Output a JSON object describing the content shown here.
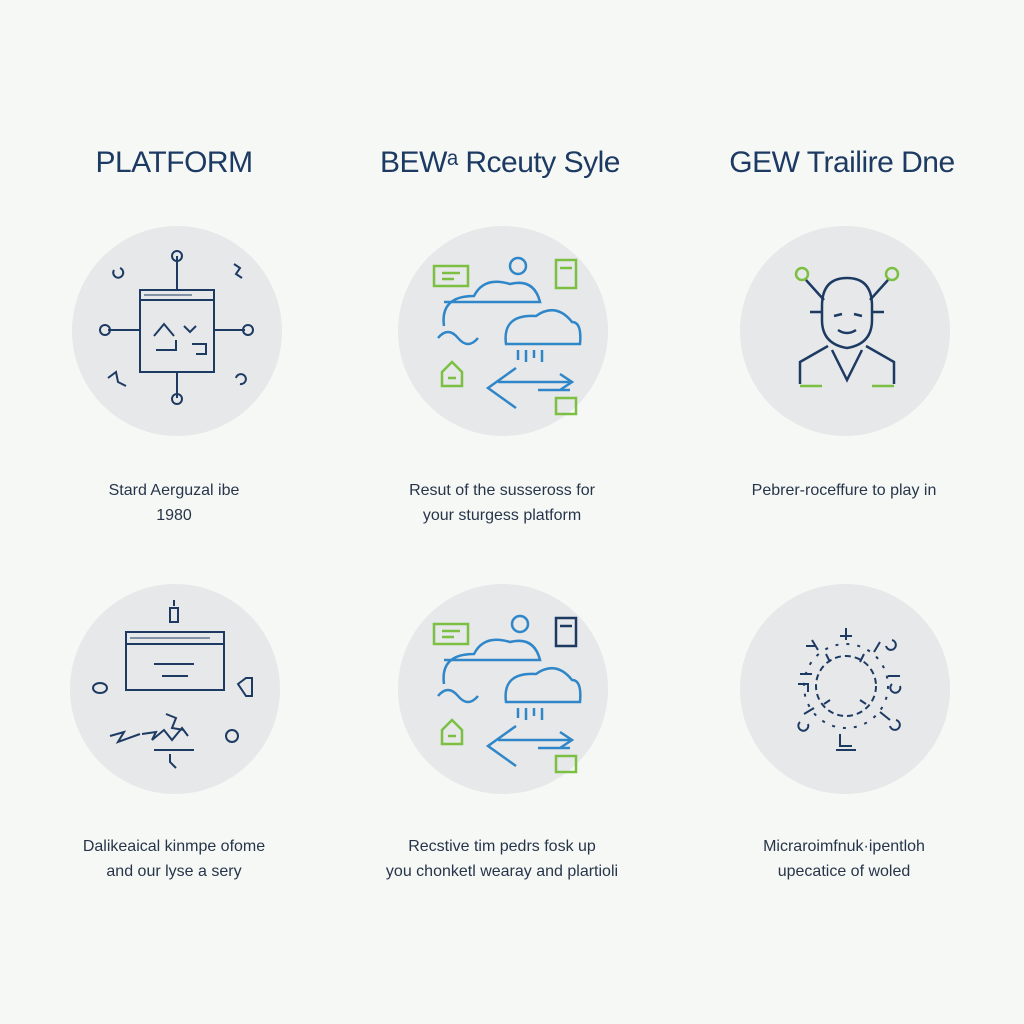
{
  "headings": [
    "PLATFORM",
    "BEWᵃ Rceuty Syle",
    "GEW Trailire Dne"
  ],
  "captions": [
    [
      "Stard Aerguzal ibe",
      "1980"
    ],
    [
      "Resut of the susseross for",
      "your sturgess platform"
    ],
    [
      "Pebrer-roceffure to play in",
      ""
    ],
    [
      "Dalikeaical kinmpe ofome",
      "and our lyse a sery"
    ],
    [
      "Recstive tim pedrs fosk up",
      "you chonketl wearay and plartioli"
    ],
    [
      "Micraroimfnuk·ipentloh",
      "upecatice of woled"
    ]
  ],
  "tile_icons": [
    "circuit-chip-icon",
    "cloud-sync-icon",
    "robot-head-icon",
    "browser-window-tools-icon",
    "cloud-sync-icon",
    "gear-network-icon"
  ],
  "colors": {
    "navy": "#1d3a63",
    "blue": "#2f86c8",
    "green": "#7cc043",
    "circle": "#e7e8e9"
  }
}
